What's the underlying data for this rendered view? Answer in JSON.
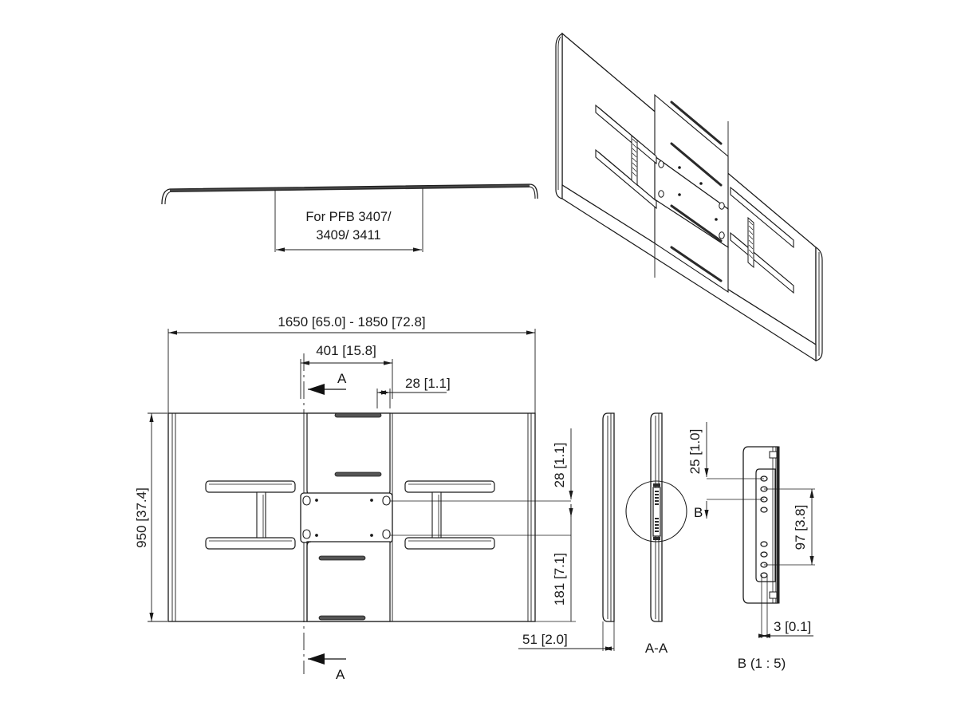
{
  "drawing": {
    "title": "Display mount assembly technical drawing",
    "line_color": "#1a1a1a",
    "fill_color": "#ffffff",
    "shade_color": "#e9e9e9"
  },
  "top_profile_view": {
    "note_line_1": "For PFB 3407/",
    "note_line_2": "3409/ 3411"
  },
  "front_view": {
    "dim_overall_width": "1650 [65.0] - 1850 [72.8]",
    "dim_plate_width": "401 [15.8]",
    "dim_offset_top": "28 [1.1]",
    "dim_height": "950 [37.4]",
    "dim_upper_gap": "28 [1.1]",
    "dim_lower_gap": "181 [7.1]",
    "section_mark_top": "A",
    "section_mark_bottom": "A"
  },
  "side_view": {
    "dim_thickness": "51 [2.0]"
  },
  "section_view": {
    "label": "A-A",
    "detail_callout": "B"
  },
  "detail_view": {
    "label": "B (1 : 5)",
    "dim_top_offset": "25 [1.0]",
    "dim_hole_spacing": "97 [3.8]",
    "dim_hole_size": "3 [0.1]"
  }
}
